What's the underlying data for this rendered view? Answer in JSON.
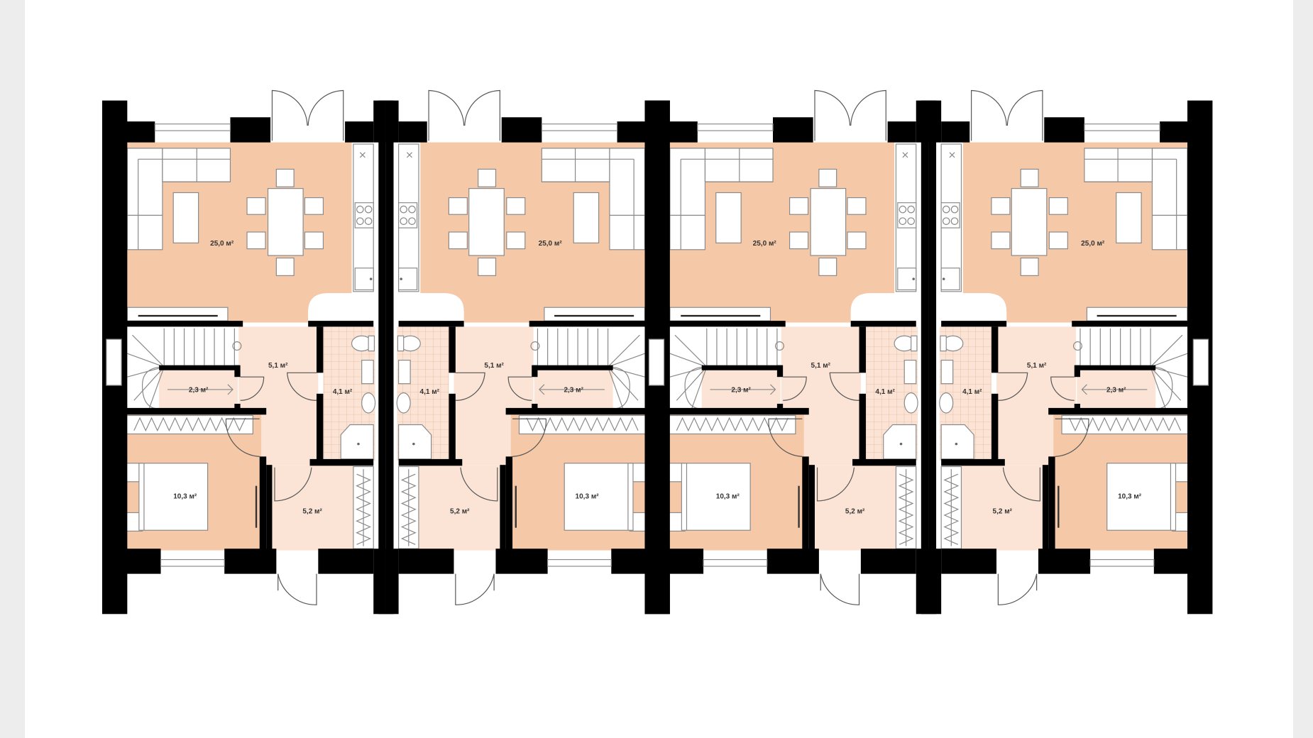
{
  "plan": {
    "colors": {
      "living": "#f5c8a8",
      "light": "#fbe4d5",
      "wall": "#000000",
      "page_edge": "#ededed"
    },
    "units": [
      {
        "rooms": [
          {
            "label": "25,0 м²"
          },
          {
            "label": "5,1 м²"
          },
          {
            "label": "2,3 м²"
          },
          {
            "label": "4,1 м²"
          },
          {
            "label": "10,3 м²"
          },
          {
            "label": "5,2 м²"
          }
        ]
      },
      {
        "rooms": [
          {
            "label": "25,0 м²"
          },
          {
            "label": "5,1 м²"
          },
          {
            "label": "2,3 м²"
          },
          {
            "label": "4,1 м²"
          },
          {
            "label": "10,3 м²"
          },
          {
            "label": "5,2 м²"
          }
        ]
      },
      {
        "rooms": [
          {
            "label": "25,0 м²"
          },
          {
            "label": "5,1 м²"
          },
          {
            "label": "2,3 м²"
          },
          {
            "label": "4,1 м²"
          },
          {
            "label": "10,3 м²"
          },
          {
            "label": "5,2 м²"
          }
        ]
      },
      {
        "rooms": [
          {
            "label": "25,0 м²"
          },
          {
            "label": "5,1 м²"
          },
          {
            "label": "2,3 м²"
          },
          {
            "label": "4,1 м²"
          },
          {
            "label": "10,3 м²"
          },
          {
            "label": "5,2 м²"
          }
        ]
      }
    ]
  }
}
